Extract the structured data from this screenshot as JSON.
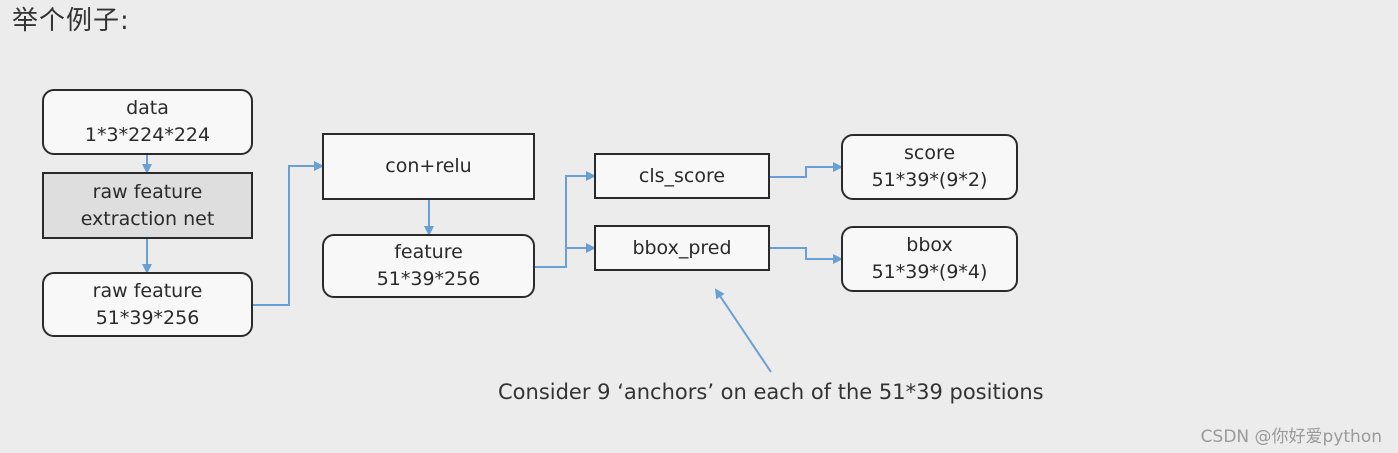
{
  "heading": "举个例子:",
  "nodes": {
    "data": [
      "data",
      "1*3*224*224"
    ],
    "raw_net": [
      "raw feature",
      "extraction net"
    ],
    "raw_feature": [
      "raw feature",
      "51*39*256"
    ],
    "conv": [
      "con+relu"
    ],
    "feature": [
      "feature",
      "51*39*256"
    ],
    "cls_score": [
      "cls_score"
    ],
    "bbox_pred": [
      "bbox_pred"
    ],
    "score": [
      "score",
      "51*39*(9*2)"
    ],
    "bbox": [
      "bbox",
      "51*39*(9*4)"
    ]
  },
  "caption": "Consider 9 ‘anchors’ on each of the 51*39 positions",
  "watermark": "CSDN @你好爱python",
  "colors": {
    "arrow": "#6a9fd4",
    "border": "#2a2a2a",
    "background": "#ececec"
  }
}
